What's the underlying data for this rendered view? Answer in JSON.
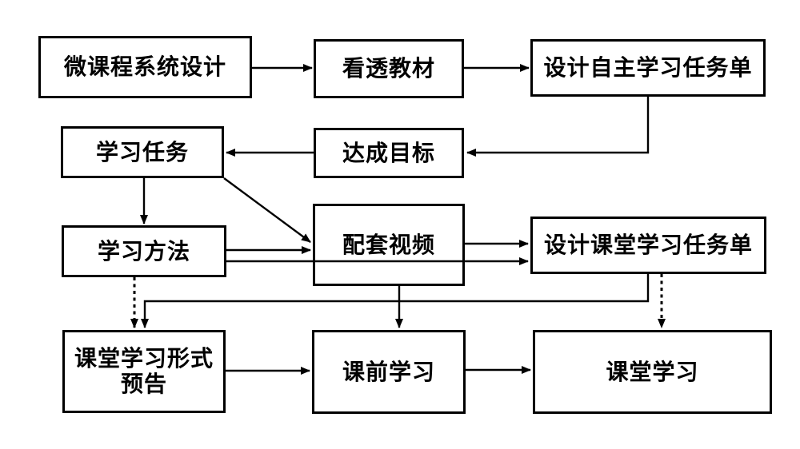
{
  "diagram": {
    "description": "flowchart of micro-course system design process",
    "background_color": "#ffffff",
    "stroke_color": "#000000",
    "nodes": {
      "system_design": {
        "label": "微课程系统设计"
      },
      "understand_textbook": {
        "label": "看透教材"
      },
      "self_study_task_list": {
        "label": "设计自主学习任务单"
      },
      "learning_task": {
        "label": "学习任务"
      },
      "achieve_goal": {
        "label": "达成目标"
      },
      "learning_method": {
        "label": "学习方法"
      },
      "supporting_video": {
        "label": "配套视频"
      },
      "classroom_task_list": {
        "label": "设计课堂学习任务单"
      },
      "class_format_preview": {
        "label_line1": "课堂学习形式",
        "label_line2": "预告"
      },
      "pre_class_learning": {
        "label": "课前学习"
      },
      "classroom_learning": {
        "label": "课堂学习"
      }
    },
    "edges": [
      {
        "from": "system_design",
        "to": "understand_textbook",
        "style": "solid"
      },
      {
        "from": "understand_textbook",
        "to": "self_study_task_list",
        "style": "solid"
      },
      {
        "from": "self_study_task_list",
        "to": "achieve_goal",
        "style": "solid"
      },
      {
        "from": "achieve_goal",
        "to": "learning_task",
        "style": "solid"
      },
      {
        "from": "learning_task",
        "to": "learning_method",
        "style": "solid"
      },
      {
        "from": "learning_task",
        "to": "supporting_video",
        "style": "solid"
      },
      {
        "from": "learning_method",
        "to": "supporting_video",
        "style": "solid"
      },
      {
        "from": "learning_method",
        "to": "classroom_task_list",
        "style": "solid"
      },
      {
        "from": "supporting_video",
        "to": "classroom_task_list",
        "style": "solid"
      },
      {
        "from": "supporting_video",
        "to": "pre_class_learning",
        "style": "solid"
      },
      {
        "from": "learning_method",
        "to": "class_format_preview",
        "style": "dotted"
      },
      {
        "from": "classroom_task_list",
        "to": "class_format_preview",
        "style": "solid"
      },
      {
        "from": "classroom_task_list",
        "to": "classroom_learning",
        "style": "dotted"
      },
      {
        "from": "class_format_preview",
        "to": "pre_class_learning",
        "style": "solid"
      },
      {
        "from": "pre_class_learning",
        "to": "classroom_learning",
        "style": "solid"
      }
    ]
  }
}
